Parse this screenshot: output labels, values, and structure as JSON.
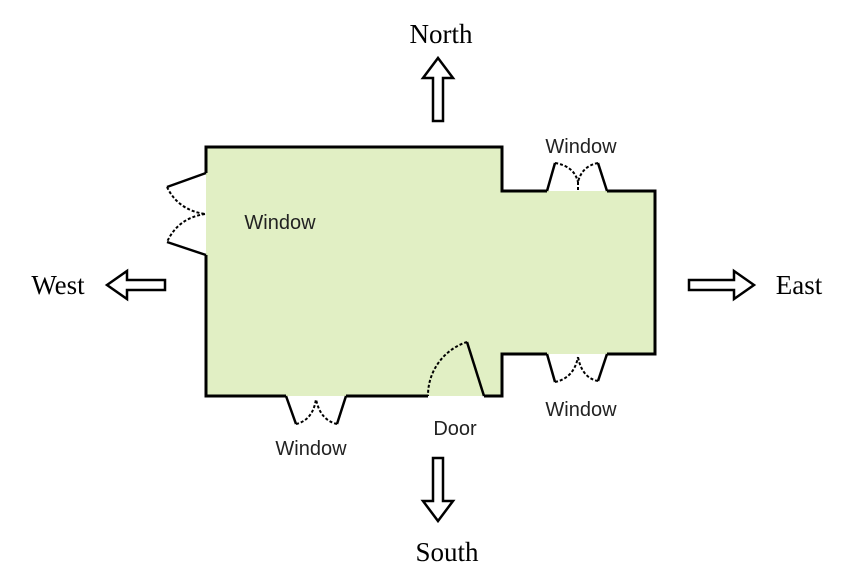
{
  "directions": {
    "north": "North",
    "south": "South",
    "east": "East",
    "west": "West"
  },
  "labels": {
    "window_west": "Window",
    "window_north_east": "Window",
    "window_south_east": "Window",
    "window_south": "Window",
    "door": "Door"
  },
  "colors": {
    "room_fill": "#e1efc4",
    "wall": "#000000"
  }
}
